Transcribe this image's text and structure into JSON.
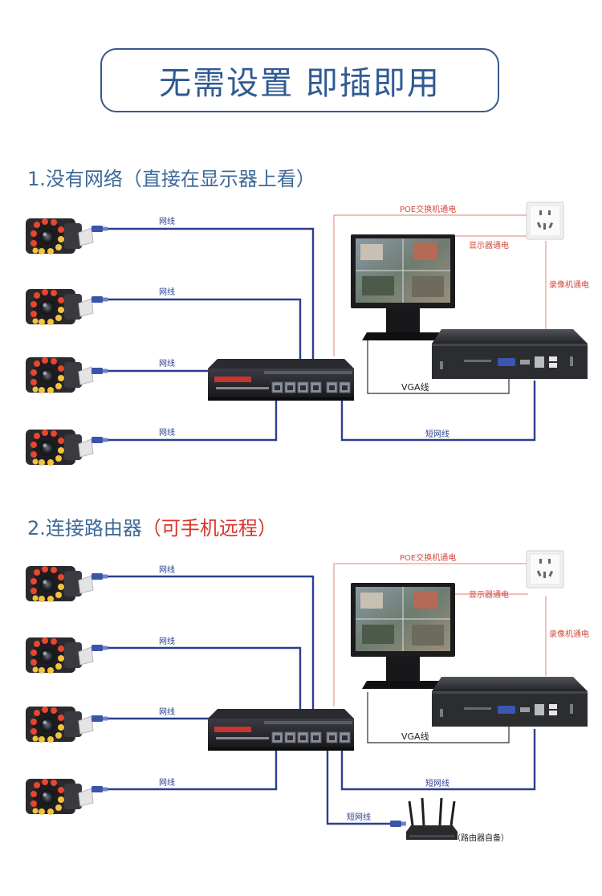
{
  "title": "无需设置 即插即用",
  "section1": {
    "heading_main": "1.没有网络",
    "heading_paren": "（直接在显示器上看）",
    "cable_label": "网线",
    "poe_power_label": "POE交换机通电",
    "monitor_power_label": "显示器通电",
    "nvr_power_label": "录像机通电",
    "vga_label": "VGA线",
    "short_cable_label": "短网线"
  },
  "section2": {
    "heading_main": "2.连接路由器",
    "heading_paren": "（可手机远程）",
    "cable_label": "网线",
    "poe_power_label": "POE交换机通电",
    "monitor_power_label": "显示器通电",
    "nvr_power_label": "录像机通电",
    "vga_label": "VGA线",
    "short_cable_label": "短网线",
    "router_cable_label": "短网线",
    "router_label": "（路由器自备）"
  },
  "colors": {
    "title_border": "#3a5a88",
    "title_text": "#2f5a93",
    "heading_blue": "#3d6a99",
    "heading_red": "#d9342b",
    "network_cable": "#2b3f8f",
    "power_line": "#e79a92",
    "vga_line": "#2e2e2e",
    "label_red": "#d34a3d"
  }
}
